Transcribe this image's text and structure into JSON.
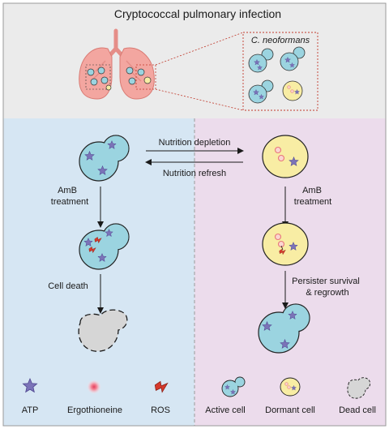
{
  "header": {
    "title": "Cryptococcal pulmonary infection",
    "inset_label": "C. neoformans"
  },
  "transitions": {
    "forward": "Nutrition depletion",
    "reverse": "Nutrition refresh"
  },
  "left_panel": {
    "treatment_line1": "AmB",
    "treatment_line2": "treatment",
    "outcome": "Cell death"
  },
  "right_panel": {
    "treatment_line1": "AmB",
    "treatment_line2": "treatment",
    "outcome_line1": "Persister survival",
    "outcome_line2": "& regrowth"
  },
  "legend": {
    "items": [
      {
        "label": "ATP",
        "icon": "star-icon"
      },
      {
        "label": "Ergothioneine",
        "icon": "glow-dot-icon"
      },
      {
        "label": "ROS",
        "icon": "lightning-icon"
      },
      {
        "label": "Active cell",
        "icon": "active-cell-icon"
      },
      {
        "label": "Dormant cell",
        "icon": "dormant-cell-icon"
      },
      {
        "label": "Dead cell",
        "icon": "dead-cell-icon"
      }
    ]
  },
  "colors": {
    "top_band": "#ebebeb",
    "left_panel": "#d6e6f3",
    "right_panel": "#ecdcec",
    "active_cell": "#9bd4e0",
    "dormant_cell": "#f8eda4",
    "dead_cell": "#d6d6d6",
    "atp": "#7b73b8",
    "ros": "#d63a2c",
    "ergothioneine": "#e8787a",
    "lung": "#f3a6a0"
  }
}
